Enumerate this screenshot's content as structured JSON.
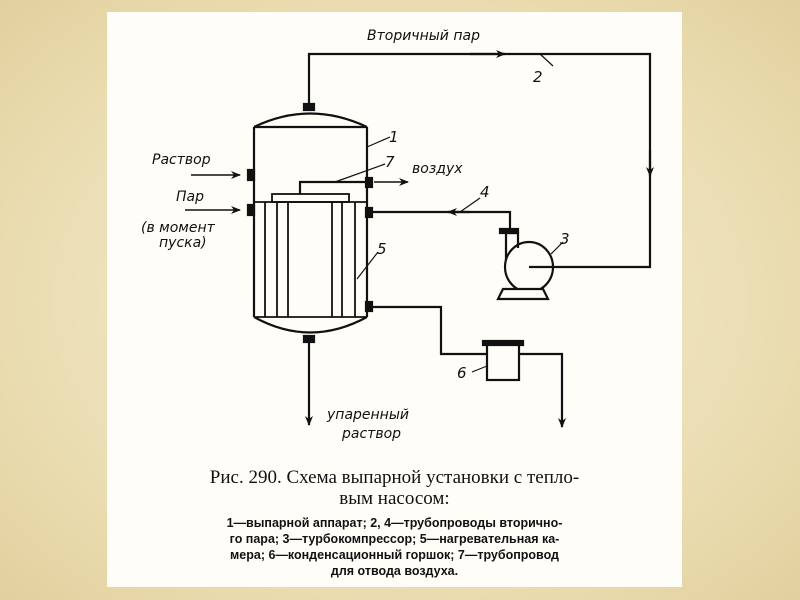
{
  "diagram": {
    "labels": {
      "secondary_steam": "Вторичный пар",
      "solution": "Раствор",
      "steam": "Пар",
      "startup_1": "(в момент",
      "startup_2": "пуска)",
      "air": "воздух",
      "evaporated_1": "упаренный",
      "evaporated_2": "раствор"
    },
    "numbers": {
      "n1": "1",
      "n2": "2",
      "n3": "3",
      "n4": "4",
      "n5": "5",
      "n6": "6",
      "n7": "7"
    }
  },
  "caption": {
    "title_1": "Рис. 290. Схема выпарной установки с тепло-",
    "title_2": "вым насосом:",
    "legend": [
      "1—выпарной аппарат; 2, 4—трубопроводы вторично-",
      "го пара; 3—турбокомпрессор; 5—нагревательная ка-",
      "мера; 6—конденсационный горшок; 7—трубопровод",
      "для отвода воздуха."
    ]
  }
}
